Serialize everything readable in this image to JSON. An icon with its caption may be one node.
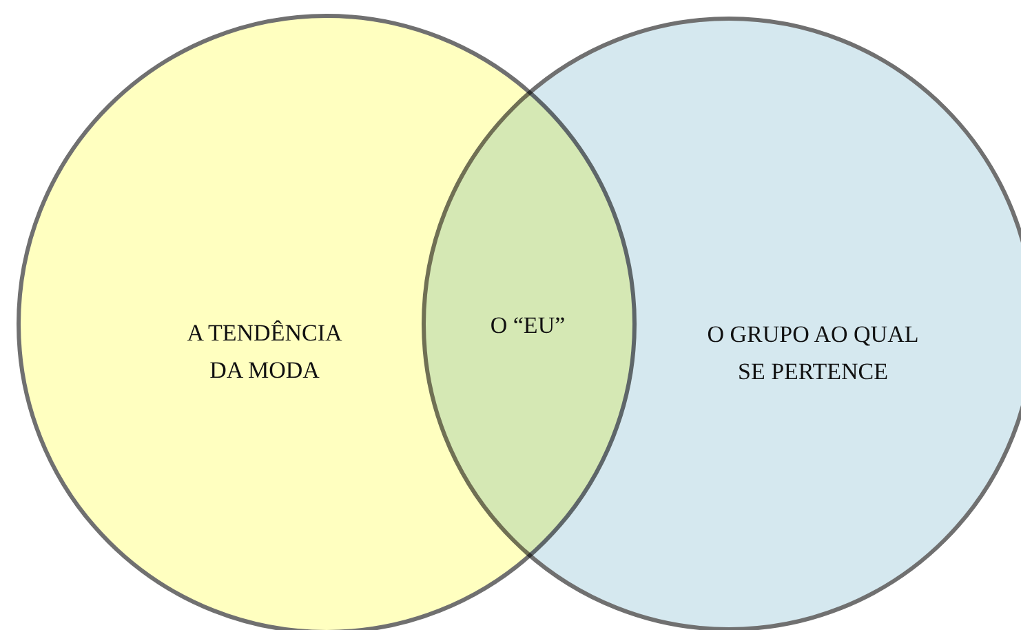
{
  "diagram": {
    "nodes": [
      {
        "text": [
          "A TENDÊNCIA DA MODA"
        ]
      },
      {
        "text": [
          "O GRUPO AO QUAL SE PERTENCE"
        ]
      }
    ],
    "labels": [
      "O “EU”"
    ]
  }
}
